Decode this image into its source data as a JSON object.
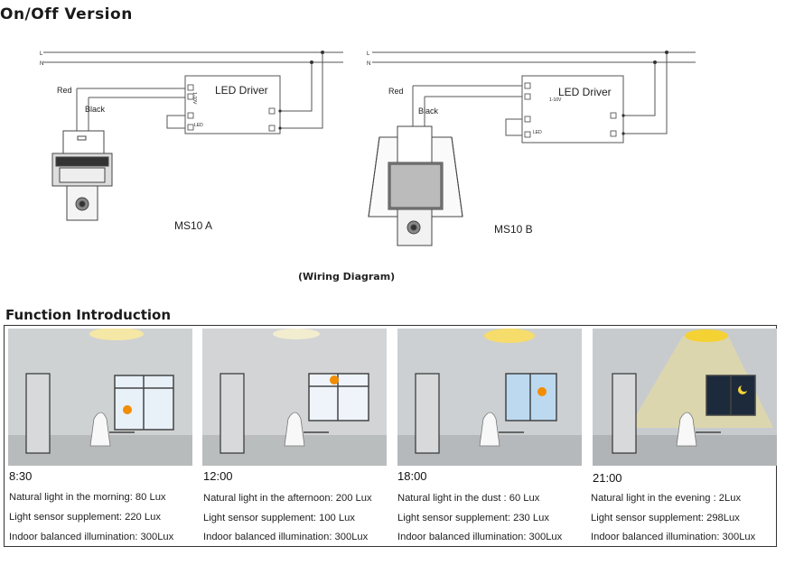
{
  "headings": {
    "onoff": "On/Off Version",
    "function": "Function Introduction"
  },
  "wiring": {
    "caption": "(Wiring Diagram)",
    "line_L": "L",
    "line_N": "N",
    "red": "Red",
    "black": "Black",
    "driver": "LED Driver",
    "dim_label": "1-10V",
    "led_label": "LED",
    "variant_a": "MS10 A",
    "variant_b": "MS10 B"
  },
  "panels": [
    {
      "time": "8:30",
      "natural": "Natural light in the morning: 80 Lux",
      "supplement": "Light sensor supplement: 220 Lux",
      "indoor": "Indoor balanced illumination:  300Lux"
    },
    {
      "time": "12:00",
      "natural": "Natural light in the afternoon: 200 Lux",
      "supplement": "Light sensor supplement:  100 Lux",
      "indoor": "Indoor balanced illumination:  300Lux"
    },
    {
      "time": "18:00",
      "natural": "Natural light in the dust : 60 Lux",
      "supplement": "Light sensor supplement: 230 Lux",
      "indoor": "Indoor balanced illumination:  300Lux"
    },
    {
      "time": "21:00",
      "natural": "Natural light in the evening : 2Lux",
      "supplement": "Light sensor supplement: 298Lux",
      "indoor": "Indoor balanced illumination:  300Lux"
    }
  ]
}
